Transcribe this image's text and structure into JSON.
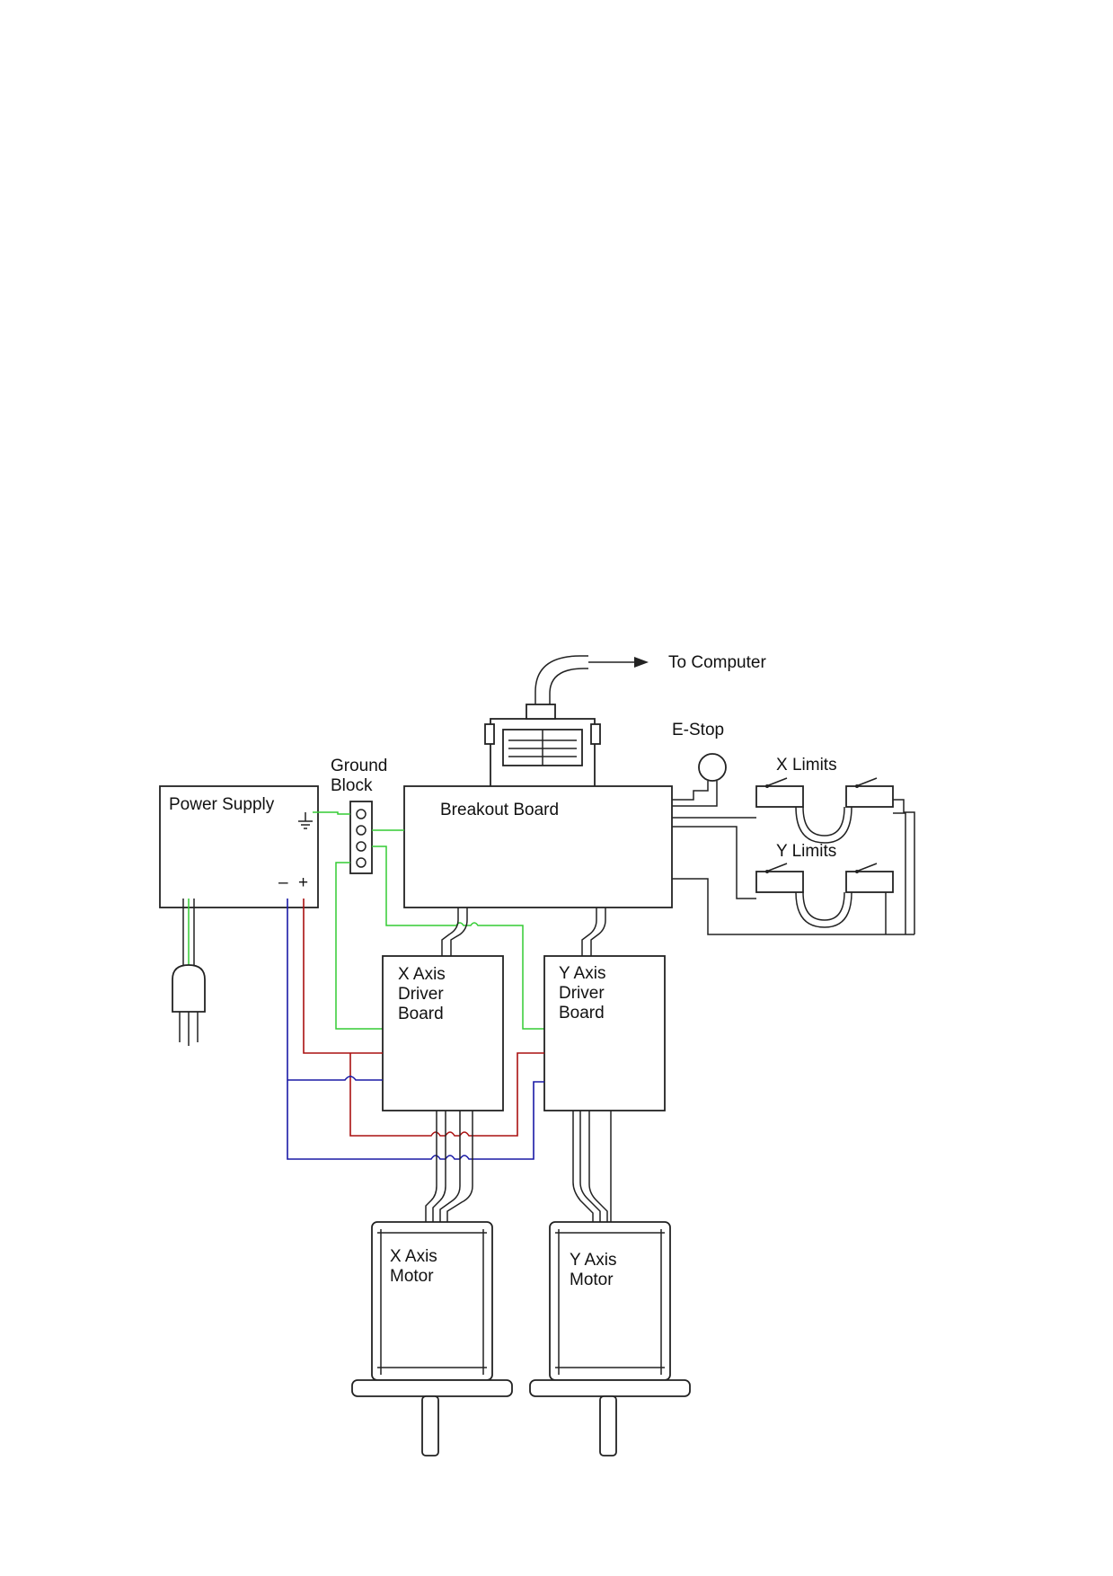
{
  "labels": {
    "to_computer": "To Computer",
    "e_stop": "E-Stop",
    "x_limits": "X Limits",
    "y_limits": "Y Limits",
    "ground_block_line1": "Ground",
    "ground_block_line2": "Block",
    "power_supply": "Power Supply",
    "ps_minus": "–",
    "ps_plus": "+",
    "breakout_board": "Breakout Board",
    "x_driver_line1": "X Axis",
    "x_driver_line2": "Driver",
    "x_driver_line3": "Board",
    "y_driver_line1": "Y Axis",
    "y_driver_line2": "Driver",
    "y_driver_line3": "Board",
    "x_motor_line1": "X Axis",
    "x_motor_line2": "Motor",
    "y_motor_line1": "Y Axis",
    "y_motor_line2": "Motor"
  },
  "colors": {
    "ground_wire": "#33cc33",
    "positive_wire": "#aa1111",
    "negative_wire": "#1a1aa6",
    "outline": "#222222"
  }
}
